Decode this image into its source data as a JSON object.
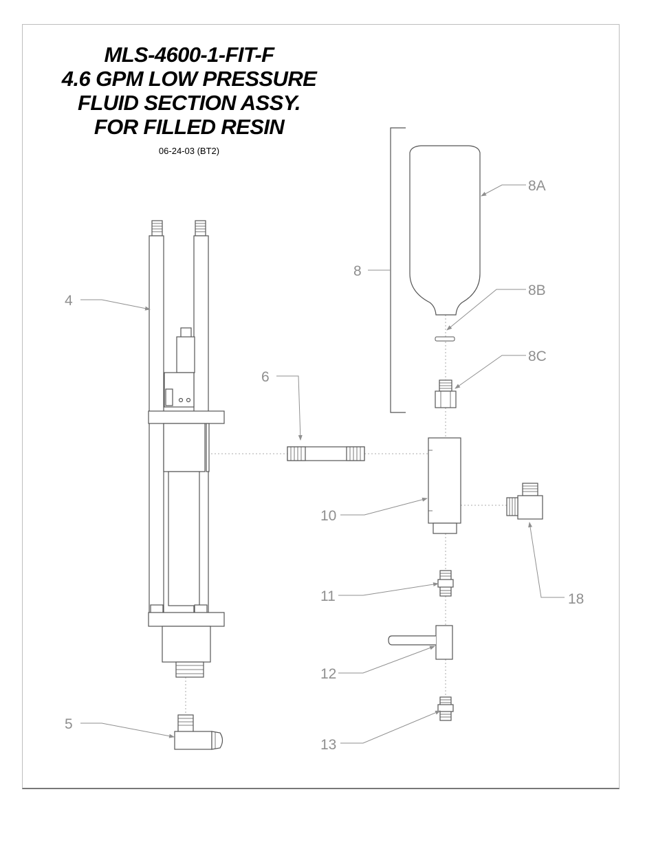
{
  "title": {
    "lines": [
      "MLS-4600-1-FIT-F",
      "4.6 GPM LOW PRESSURE",
      "FLUID SECTION ASSY.",
      "FOR FILLED RESIN"
    ],
    "date": "06-24-03 (BT2)"
  },
  "callouts": {
    "c4": "4",
    "c5": "5",
    "c6": "6",
    "c8": "8",
    "c8a": "8A",
    "c8b": "8B",
    "c8c": "8C",
    "c10": "10",
    "c11": "11",
    "c12": "12",
    "c13": "13",
    "c18": "18"
  },
  "colors": {
    "line": "#555555",
    "leader": "#8f8f8f",
    "callout": "#8f8f8f"
  }
}
